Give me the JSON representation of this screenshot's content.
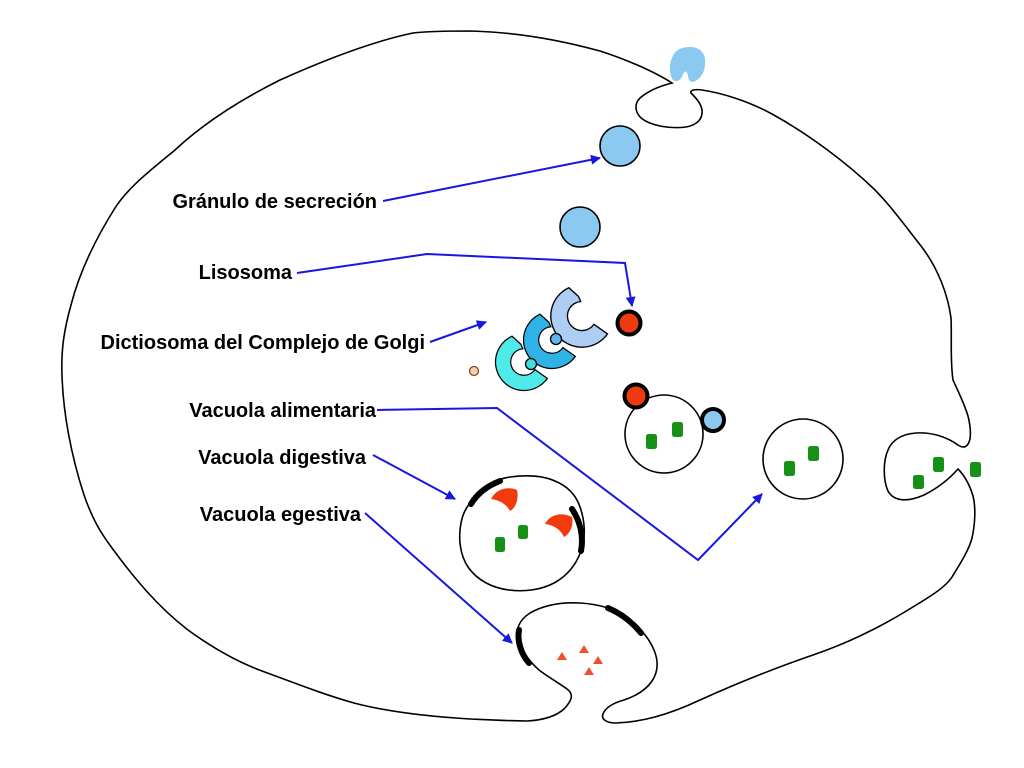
{
  "diagram": {
    "type": "cell secretory and digestive pathway (endomembrane system) diagram",
    "language": "es",
    "background": "#ffffff",
    "structures": [
      "Gránulo de secreción",
      "Lisosoma",
      "Dictiosoma del Complejo de Golgi",
      "Vacuola alimentaria",
      "Vacuola digestiva",
      "Vacuola egestiva"
    ]
  },
  "labels": {
    "granulo": "Gránulo de secreción",
    "lisosoma": "Lisosoma",
    "dictiosoma": "Dictiosoma del Complejo de Golgi",
    "alimentaria": "Vacuola alimentaria",
    "digestiva": "Vacuola digestiva",
    "egestiva": "Vacuola egestiva"
  },
  "colors": {
    "label_text": "#000000",
    "pointer_line": "#1717e0",
    "membrane": "#000000",
    "vacuole_fill": "#ffffff",
    "secretion_granule": "#8cc9f1",
    "secreted_material": "#8cc9f1",
    "lysosome": "#ee3a0e",
    "golgi_cis": "#aecdf4",
    "golgi_medial": "#2fb2e6",
    "golgi_trans": "#4feaea",
    "golgi_vesicle_cyan": "#40dede",
    "golgi_vesicle_blue": "#63b5ec",
    "transport_vesicle": "#f6cda8",
    "transport_vesicle_edge": "#7a4418",
    "food_particle": "#169016",
    "digested_material": "#f23b0c",
    "waste_particle": "#f1502f"
  }
}
